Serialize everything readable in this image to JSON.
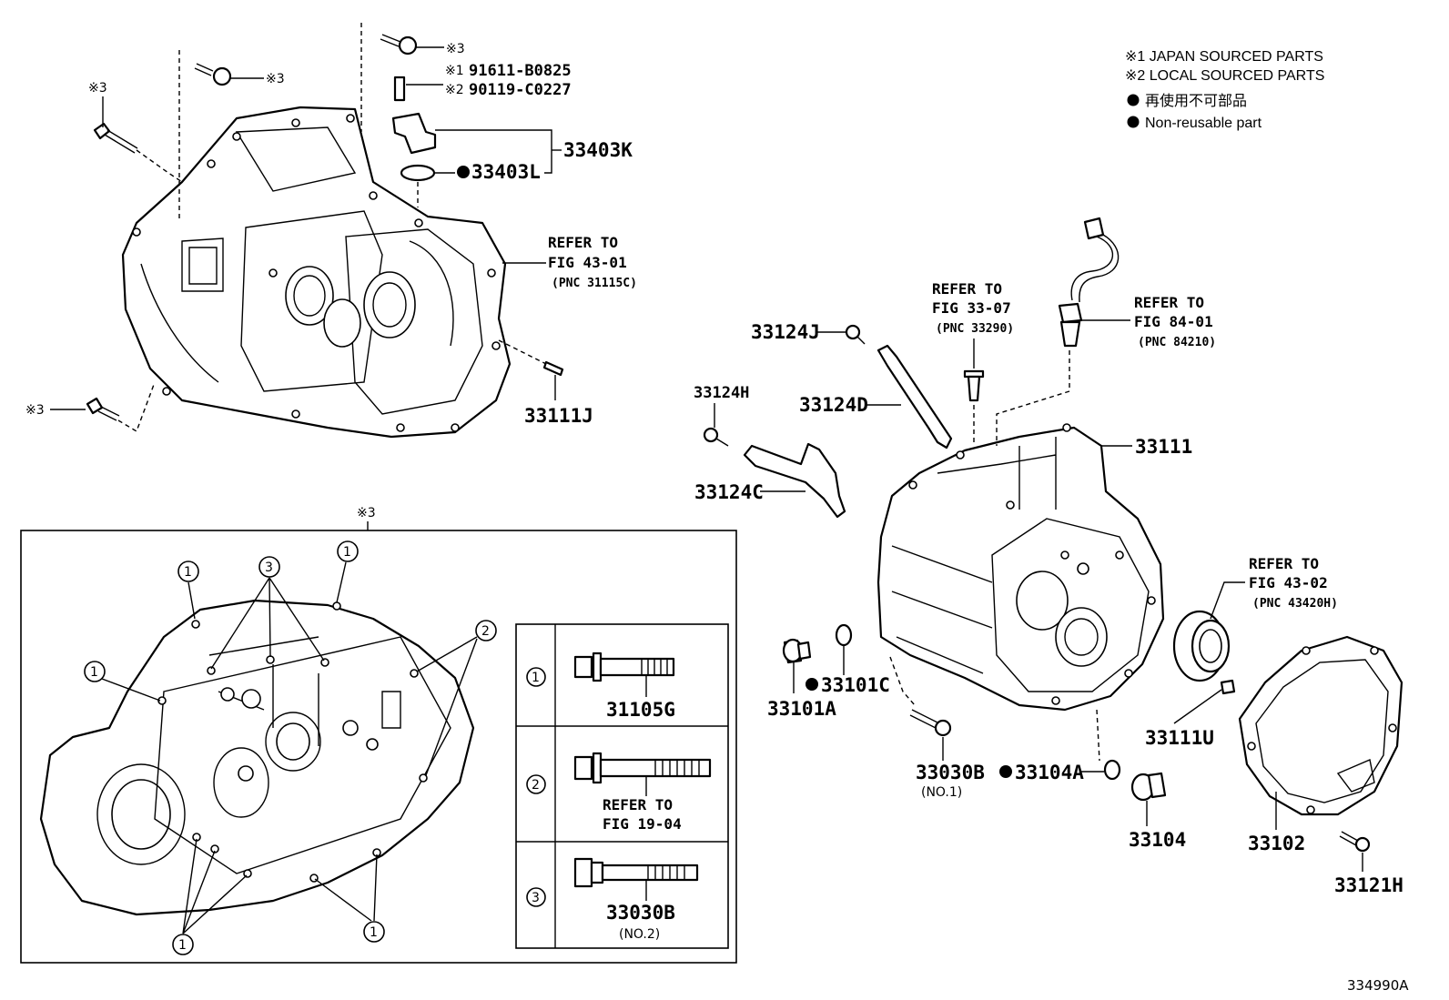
{
  "legend": {
    "japan": "※1 JAPAN SOURCED PARTS",
    "local": "※2 LOCAL SOURCED PARTS",
    "non_reusable_jp": "再使用不可部品",
    "non_reusable_en": "Non-reusable part"
  },
  "marks": {
    "m3": "※3",
    "m1": "※1",
    "m2": "※2"
  },
  "parts": {
    "p91611": "91611-B0825",
    "p90119": "90119-C0227",
    "p33403K": "33403K",
    "p33403L": "33403L",
    "p33111J": "33111J",
    "p33124J": "33124J",
    "p33124H": "33124H",
    "p33124D": "33124D",
    "p33124C": "33124C",
    "p33111": "33111",
    "p33101A": "33101A",
    "p33101C": "33101C",
    "p33030B": "33030B",
    "p33030B_no1": "(NO.1)",
    "p33104A": "33104A",
    "p33104": "33104",
    "p33111U": "33111U",
    "p33102": "33102",
    "p33121H": "33121H",
    "p31105G": "31105G",
    "p33030B_2": "33030B",
    "p33030B_no2": "(NO.2)"
  },
  "refs": {
    "r1": {
      "a": "REFER TO",
      "b": "FIG 43-01",
      "c": "(PNC 31115C)"
    },
    "r2": {
      "a": "REFER TO",
      "b": "FIG 33-07",
      "c": "(PNC 33290)"
    },
    "r3": {
      "a": "REFER TO",
      "b": "FIG 84-01",
      "c": "(PNC 84210)"
    },
    "r4": {
      "a": "REFER TO",
      "b": "FIG 43-02",
      "c": "(PNC 43420H)"
    },
    "r5": {
      "a": "REFER TO",
      "b": "FIG 19-04"
    }
  },
  "callouts": {
    "c1": "1",
    "c2": "2",
    "c3": "3"
  },
  "figure_id": "334990A"
}
